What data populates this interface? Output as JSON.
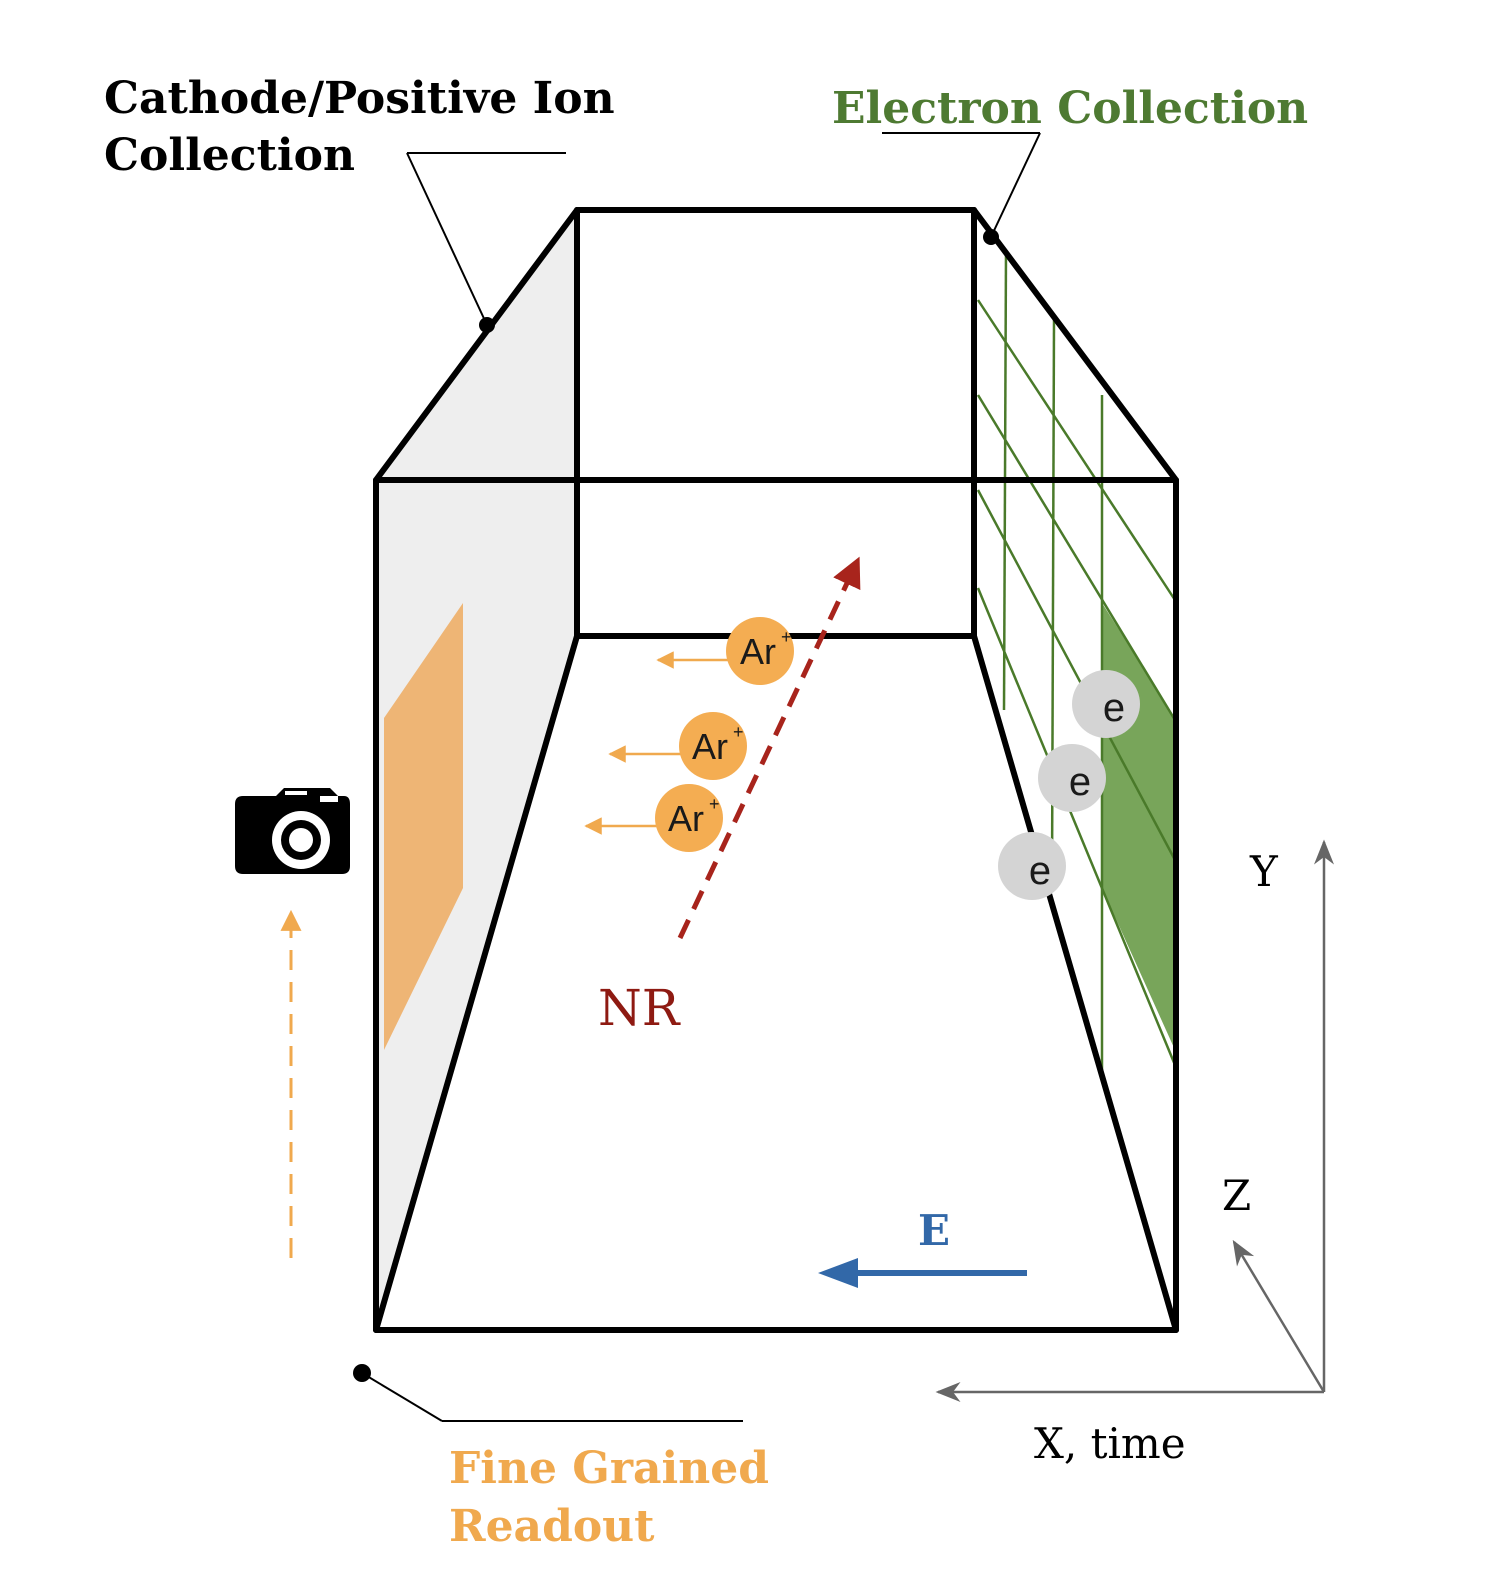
{
  "labels": {
    "cathode_line1": "Cathode/Positive Ion",
    "cathode_line2": "Collection",
    "electron_collection": "Electron Collection",
    "fine_grained_line1": "Fine Grained",
    "fine_grained_line2": "Readout",
    "nr": "NR",
    "field": "E",
    "axis_y": "Y",
    "axis_z": "Z",
    "axis_x": "X, time"
  },
  "ions": [
    {
      "label": "Ar",
      "charge": "+"
    },
    {
      "label": "Ar",
      "charge": "+"
    },
    {
      "label": "Ar",
      "charge": "+"
    }
  ],
  "electrons": [
    {
      "label": "e"
    },
    {
      "label": "e"
    },
    {
      "label": "e"
    }
  ],
  "icons": {
    "camera": "camera-icon"
  },
  "colors": {
    "frame": "#000000",
    "cathode_panel": "#eeeeee",
    "fine_readout": "#eeb575",
    "fine_readout_text": "#f0a94e",
    "ion": "#f4ad52",
    "ion_arrow": "#f0a94e",
    "electron": "#d4d4d4",
    "electron_text": "#1a1a1a",
    "wire": "#4a7a2a",
    "electron_panel": "#78a55a",
    "electron_label": "#4e7a32",
    "nr_track": "#a8241c",
    "nr_label": "#8e1a12",
    "field_arrow": "#3268a8",
    "axis": "#666666"
  }
}
